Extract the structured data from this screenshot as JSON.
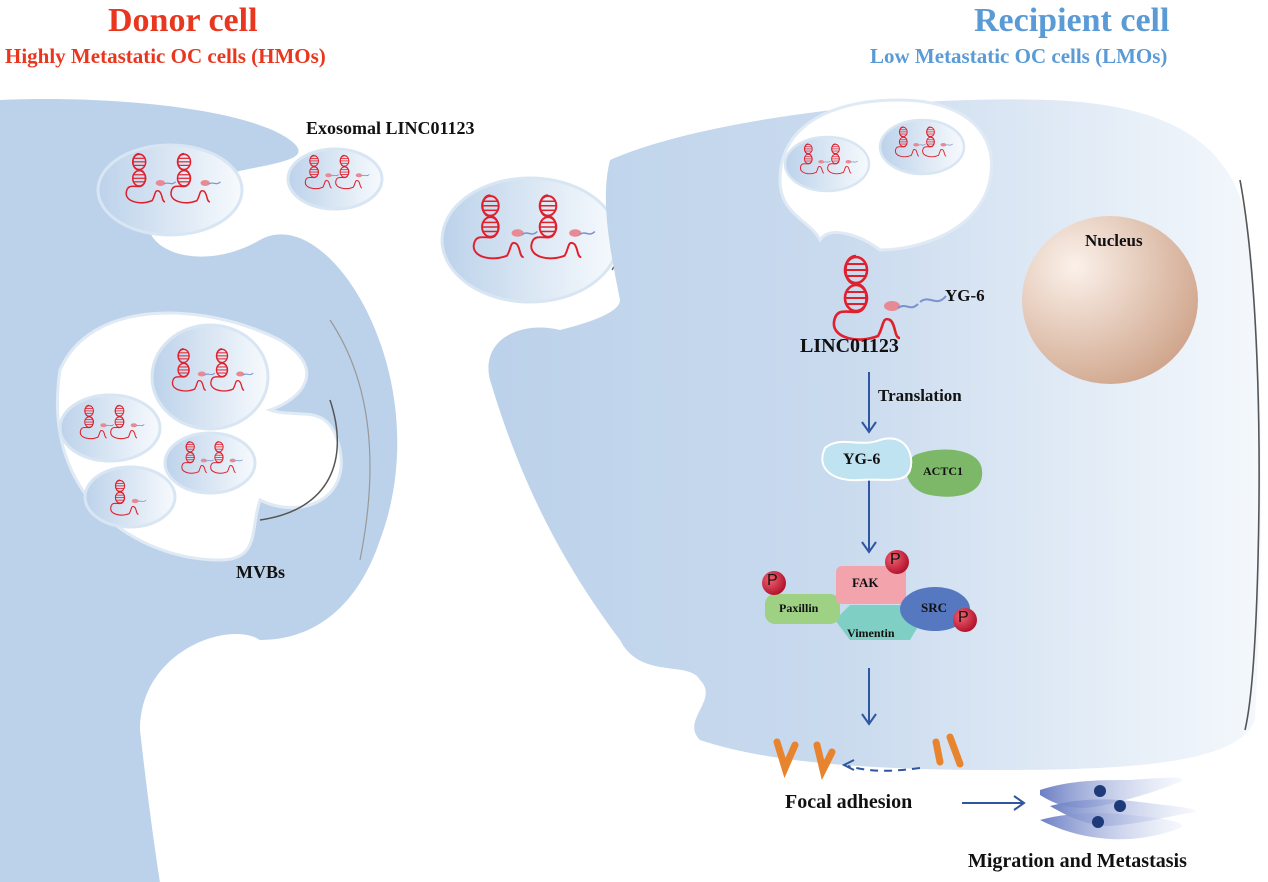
{
  "donor": {
    "title": "Donor cell",
    "subtitle": "Highly Metastatic OC cells (HMOs)",
    "mvb_label": "MVBs"
  },
  "exosome_label": "Exosomal LINC01123",
  "recipient": {
    "title": "Recipient cell",
    "subtitle": "Low Metastatic OC cells (LMOs)",
    "nucleus_label": "Nucleus",
    "rna_label": "LINC01123",
    "peptide_label": "YG-6",
    "translation_label": "Translation",
    "complex1": {
      "a": "YG-6",
      "b": "ACTC1"
    },
    "complex2": {
      "fak": "FAK",
      "paxillin": "Paxillin",
      "src": "SRC",
      "vimentin": "Vimentin",
      "phospho": "P"
    },
    "focal_label": "Focal adhesion",
    "outcome_label": "Migration and Metastasis"
  },
  "colors": {
    "donor_title": "#e8371e",
    "recipient_title": "#5b9bd5",
    "cell": "#bcd2ea",
    "rna": "#e0202c",
    "arrow": "#2f56a0",
    "integrin": "#e8832e",
    "nucleus": "#d9b39a"
  }
}
